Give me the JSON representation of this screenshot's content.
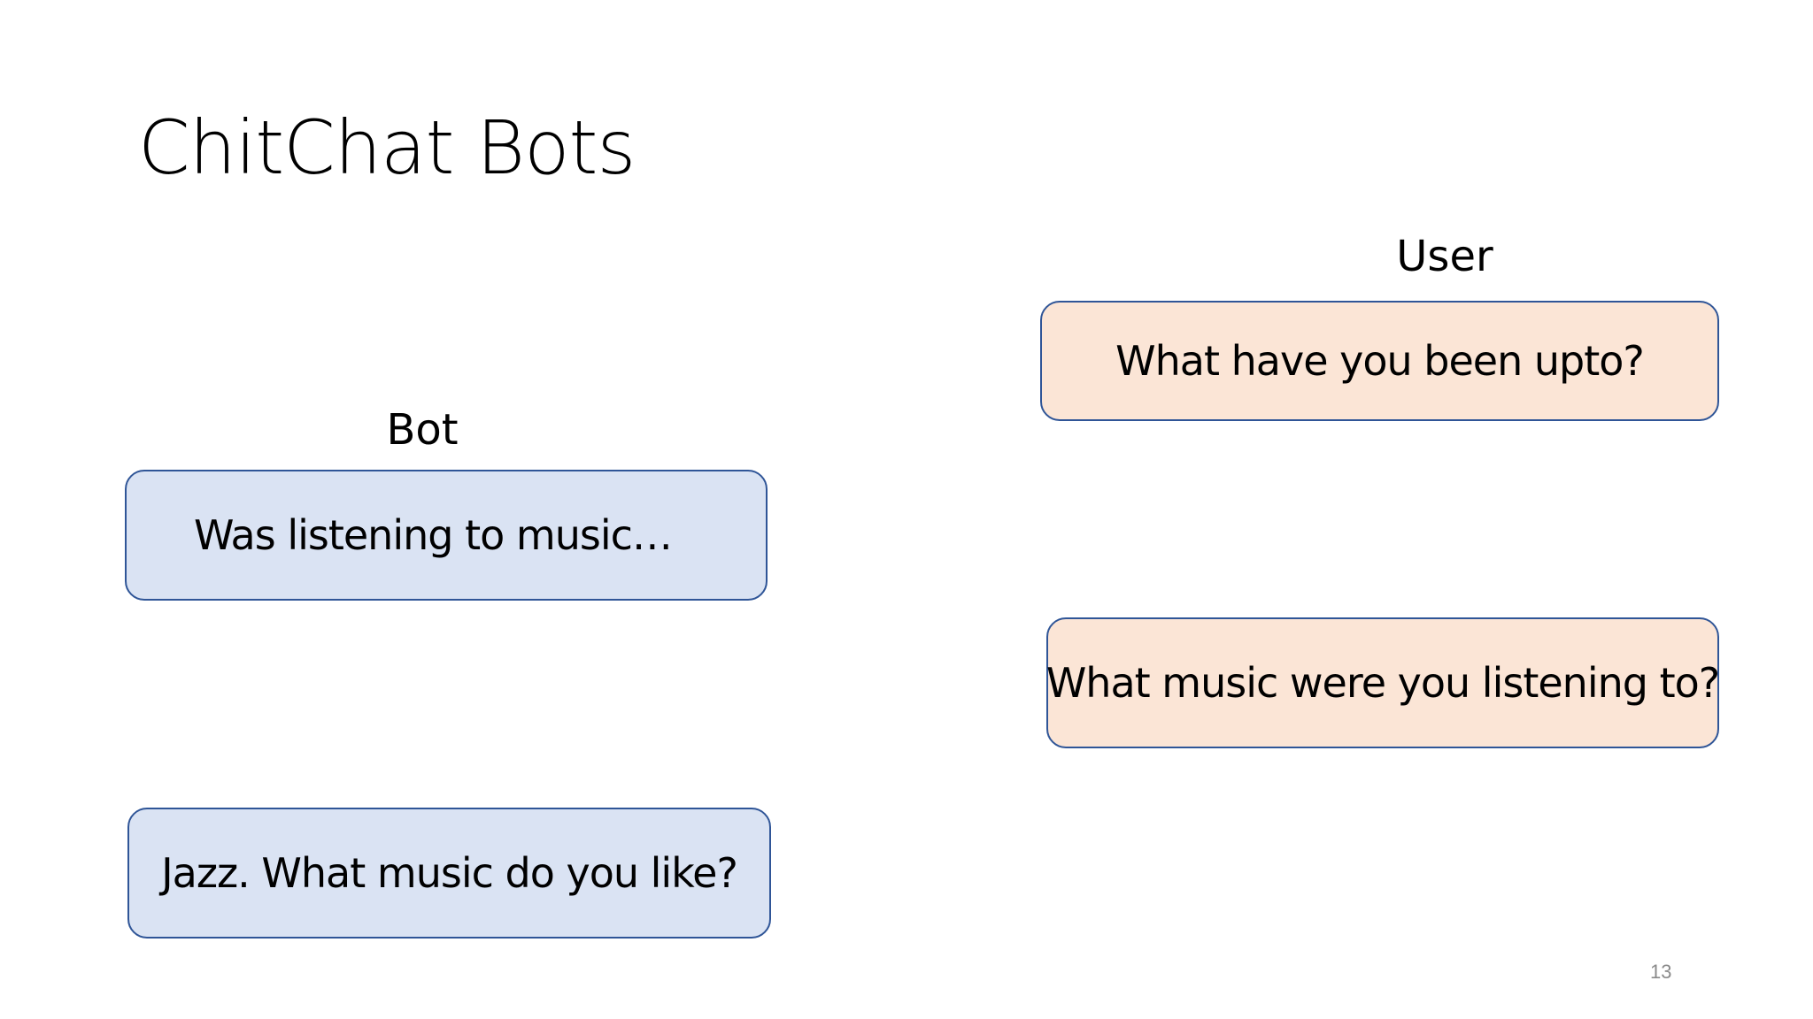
{
  "slide": {
    "title": "ChitChat Bots",
    "page_number": "13"
  },
  "labels": {
    "user": "User",
    "bot": "Bot"
  },
  "messages": [
    {
      "speaker": "user",
      "text": "What have you been upto?"
    },
    {
      "speaker": "bot",
      "text": "Was listening to music…"
    },
    {
      "speaker": "user",
      "text": "What music were you listening to?"
    },
    {
      "speaker": "bot",
      "text": "Jazz. What music do you like?"
    }
  ],
  "colors": {
    "bot_fill": "#dae3f3",
    "user_fill": "#fbe5d6",
    "border": "#2f5597"
  }
}
